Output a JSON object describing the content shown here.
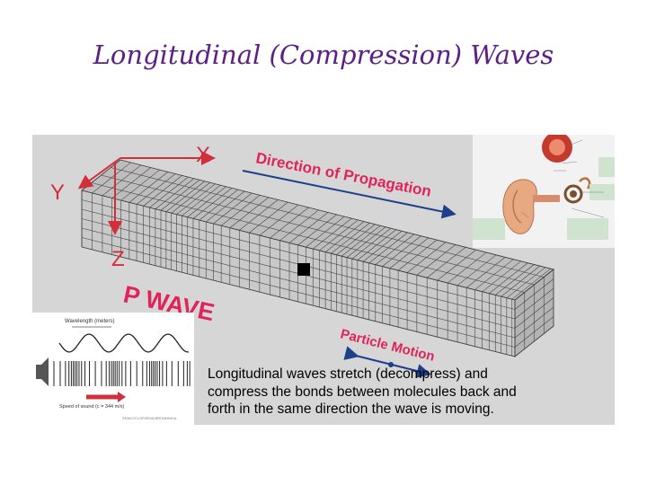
{
  "title": "Longitudinal (Compression) Waves",
  "axes": {
    "x": "X",
    "y": "Y",
    "z": "Z"
  },
  "labels": {
    "direction": "Direction of Propagation",
    "p_wave": "P WAVE",
    "particle": "Particle Motion"
  },
  "inset": {
    "wavelength": "Wavelength (meters)",
    "speed": "Speed of sound (c = 344 m/s)",
    "credit": "©ENCYCLOPÆDIA BRITANNICA"
  },
  "caption": {
    "line1": "Longitudinal waves stretch (decompress) and",
    "line2": "compress the bonds between molecules back and",
    "line3": "forth in the same direction the wave is moving."
  },
  "colors": {
    "title": "#5b1f86",
    "accent": "#e0245b",
    "axis_red": "#d32f3a",
    "panel": "#d6d6d6"
  }
}
